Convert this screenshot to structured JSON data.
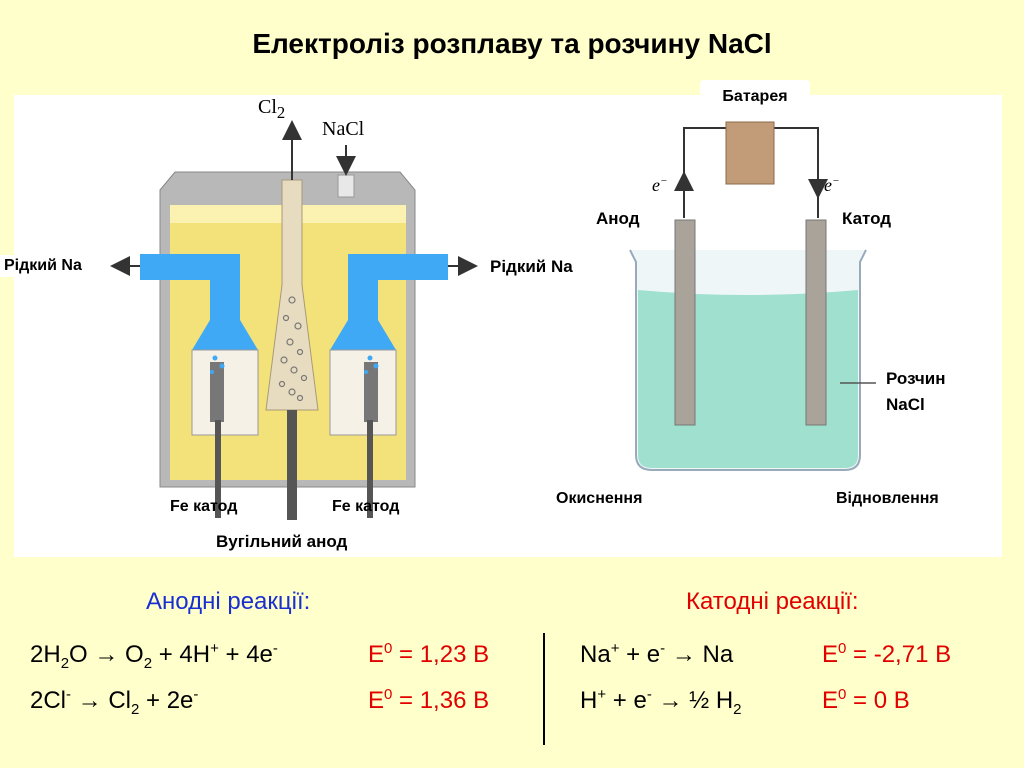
{
  "title": "Електроліз розплаву та розчину NaCl",
  "left_diagram": {
    "cl2_label": "Cl",
    "cl2_sub": "2",
    "nacl_label": "NaCl",
    "liquid_na_left": "Рідкий Na",
    "liquid_na_right": "Рідкий Na",
    "fe_cathode_left": "Fe катод",
    "fe_cathode_right": "Fe катод",
    "carbon_anode": "Вугільний анод"
  },
  "right_diagram": {
    "battery": "Батарея",
    "electron_left": "e",
    "electron_right": "e",
    "electron_sup": "−",
    "anode": "Анод",
    "cathode": "Катод",
    "solution_line1": "Розчин",
    "solution_line2": "NaCl",
    "oxidation": "Окиснення",
    "reduction": "Відновлення"
  },
  "anodic": {
    "header": "Анодні реакції:",
    "r1": {
      "p1": "2H",
      "s1": "2",
      "p2": "O → O",
      "s2": "2",
      "p3": " + 4H",
      "s3": "+",
      "p4": " + 4e",
      "s4": "-",
      "e_label": "E",
      "e_sup": "0",
      "e_value": " = 1,23 B"
    },
    "r2": {
      "p1": "2Cl",
      "s1": "-",
      "p2": " → Cl",
      "s2": "2",
      "p3": " + 2e",
      "s3": "-",
      "e_label": "E",
      "e_sup": "0",
      "e_value": " = 1,36 B"
    }
  },
  "cathodic": {
    "header": "Катодні реакції:",
    "r1": {
      "p1": "Na",
      "s1": "+",
      "p2": " + e",
      "s2": "-",
      "p3": " → Na",
      "e_label": "E",
      "e_sup": "0",
      "e_value": " = -2,71 B"
    },
    "r2": {
      "p1": "H",
      "s1": "+",
      "p2": " + e",
      "s2": "-",
      "p3": " → ½ H",
      "s3": "2",
      "e_label": "E",
      "e_sup": "0",
      "e_value": " = 0 B"
    }
  },
  "colors": {
    "background": "#ffffcc",
    "anodic_header": "#1a2fd0",
    "cathodic_header": "#e00000",
    "potential": "#e00000",
    "liquid_na": "#3fa9f5",
    "melt": "#f3e27a",
    "solution": "#9fe0cf"
  }
}
